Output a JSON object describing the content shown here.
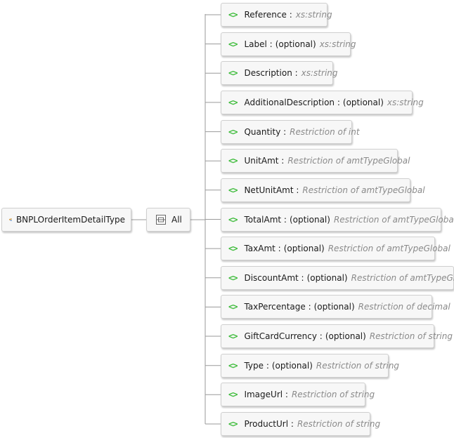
{
  "root": {
    "label": "BNPLOrderItemDetailType",
    "icon": "complex-type-icon"
  },
  "compositor": {
    "label": "All",
    "icon": "all-compositor-icon"
  },
  "element_icon": "<>",
  "colors": {
    "element_icon": "#3dbb3a",
    "type_text": "#8a8a8a",
    "border": "#cfcfcf",
    "fill": "#f7f7f7"
  },
  "elements": [
    {
      "name": "Reference :",
      "optional": "",
      "type": "xs:string"
    },
    {
      "name": "Label :",
      "optional": "(optional)",
      "type": "xs:string"
    },
    {
      "name": "Description :",
      "optional": "",
      "type": "xs:string"
    },
    {
      "name": "AdditionalDescription :",
      "optional": "(optional)",
      "type": "xs:string"
    },
    {
      "name": "Quantity :",
      "optional": "",
      "type": "Restriction of int"
    },
    {
      "name": "UnitAmt :",
      "optional": "",
      "type": "Restriction of amtTypeGlobal"
    },
    {
      "name": "NetUnitAmt :",
      "optional": "",
      "type": "Restriction of amtTypeGlobal"
    },
    {
      "name": "TotalAmt :",
      "optional": "(optional)",
      "type": "Restriction of amtTypeGlobal"
    },
    {
      "name": "TaxAmt :",
      "optional": "(optional)",
      "type": "Restriction of amtTypeGlobal"
    },
    {
      "name": "DiscountAmt :",
      "optional": "(optional)",
      "type": "Restriction of amtTypeGlobal"
    },
    {
      "name": "TaxPercentage :",
      "optional": "(optional)",
      "type": "Restriction of decimal"
    },
    {
      "name": "GiftCardCurrency :",
      "optional": "(optional)",
      "type": "Restriction of string"
    },
    {
      "name": "Type :",
      "optional": "(optional)",
      "type": "Restriction of string"
    },
    {
      "name": "ImageUrl :",
      "optional": "",
      "type": "Restriction of string"
    },
    {
      "name": "ProductUrl :",
      "optional": "",
      "type": "Restriction of string"
    }
  ]
}
